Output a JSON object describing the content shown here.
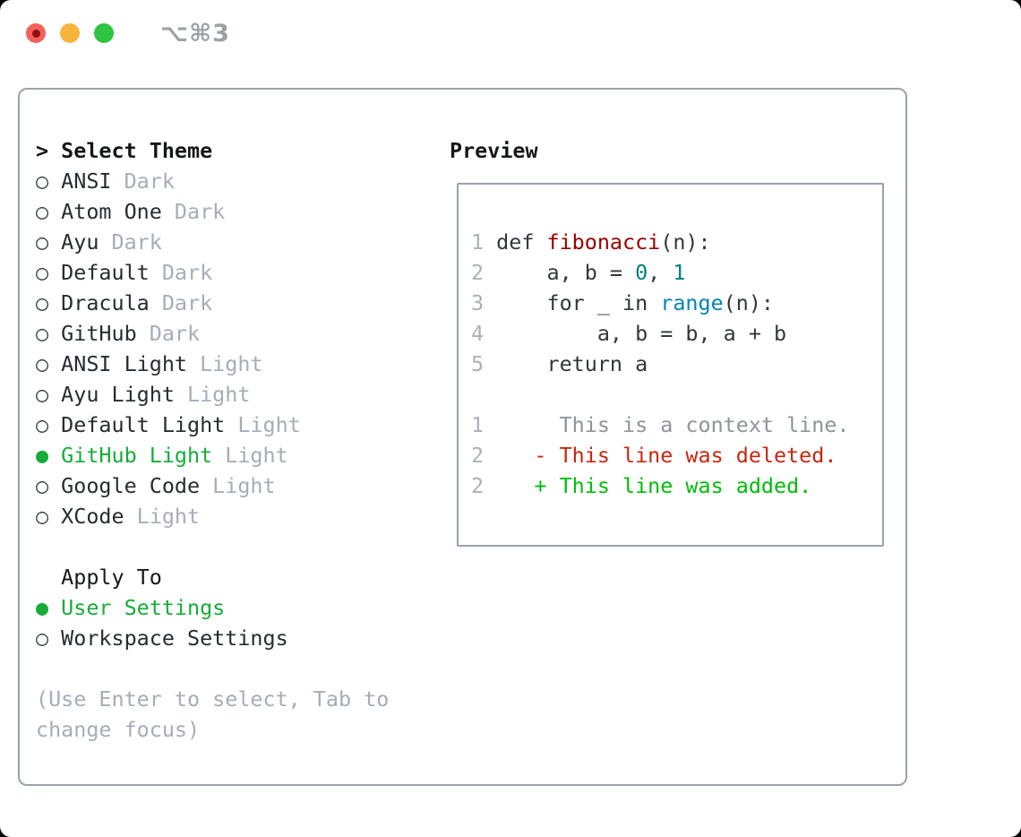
{
  "window": {
    "title": "⌥⌘3",
    "controls": [
      "close-button",
      "minimize-button",
      "zoom-button"
    ]
  },
  "colors": {
    "accent_green": "#15ad38",
    "diff_added_green": "#00bd0a",
    "diff_deleted_red": "#c9270e",
    "context_gray": "#8d949c",
    "line_number_gray": "#a9b1bb",
    "muted_gray": "#a5adb8",
    "item_text": "#262c33",
    "marker_gray": "#3c434b",
    "code_text": "#32373d",
    "function_red": "#990000",
    "number_teal": "#008080",
    "builtin_blue": "#0086b3",
    "border_gray": "#99a2ac",
    "text_dark": "#14181d",
    "titlebar_icon_gray": "#9ba1a8",
    "traffic_red": "#f4615b",
    "traffic_red_dot": "#8c140e",
    "traffic_yellow": "#f6b43e",
    "traffic_green": "#2fc342"
  },
  "theme_picker": {
    "prompt": ">",
    "header": "Select Theme",
    "radio_selected": "●",
    "radio_unselected": "○",
    "themes": [
      {
        "name": "ANSI",
        "variant": "Dark",
        "selected": false
      },
      {
        "name": "Atom One",
        "variant": "Dark",
        "selected": false
      },
      {
        "name": "Ayu",
        "variant": "Dark",
        "selected": false
      },
      {
        "name": "Default",
        "variant": "Dark",
        "selected": false
      },
      {
        "name": "Dracula",
        "variant": "Dark",
        "selected": false
      },
      {
        "name": "GitHub",
        "variant": "Dark",
        "selected": false
      },
      {
        "name": "ANSI Light",
        "variant": "Light",
        "selected": false
      },
      {
        "name": "Ayu Light",
        "variant": "Light",
        "selected": false
      },
      {
        "name": "Default Light",
        "variant": "Light",
        "selected": false
      },
      {
        "name": "GitHub Light",
        "variant": "Light",
        "selected": true
      },
      {
        "name": "Google Code",
        "variant": "Light",
        "selected": false
      },
      {
        "name": "XCode",
        "variant": "Light",
        "selected": false
      }
    ]
  },
  "apply_to": {
    "header": "Apply To",
    "options": [
      {
        "name": "User Settings",
        "selected": true
      },
      {
        "name": "Workspace Settings",
        "selected": false
      }
    ]
  },
  "hint": "(Use Enter to select, Tab to change focus)",
  "preview": {
    "header": "Preview",
    "lines": [
      [
        {
          "t": "1 ",
          "c": "ln"
        },
        {
          "t": "def ",
          "c": "code"
        },
        {
          "t": "fibonacci",
          "c": "fn"
        },
        {
          "t": "(n):",
          "c": "code"
        }
      ],
      [
        {
          "t": "2 ",
          "c": "ln"
        },
        {
          "t": "    a, b = ",
          "c": "code"
        },
        {
          "t": "0",
          "c": "num"
        },
        {
          "t": ", ",
          "c": "code"
        },
        {
          "t": "1",
          "c": "num"
        }
      ],
      [
        {
          "t": "3 ",
          "c": "ln"
        },
        {
          "t": "    for _ in ",
          "c": "code"
        },
        {
          "t": "range",
          "c": "bi"
        },
        {
          "t": "(n):",
          "c": "code"
        }
      ],
      [
        {
          "t": "4 ",
          "c": "ln"
        },
        {
          "t": "        a, b = b, a + b",
          "c": "code"
        }
      ],
      [
        {
          "t": "5 ",
          "c": "ln"
        },
        {
          "t": "    return a",
          "c": "code"
        }
      ],
      [],
      [
        {
          "t": "1 ",
          "c": "ln"
        },
        {
          "t": "     This is a context line.",
          "c": "ctx"
        }
      ],
      [
        {
          "t": "2 ",
          "c": "ln"
        },
        {
          "t": "   - This line was deleted.",
          "c": "del"
        }
      ],
      [
        {
          "t": "2 ",
          "c": "ln"
        },
        {
          "t": "   + This line was added.",
          "c": "add"
        }
      ]
    ]
  }
}
